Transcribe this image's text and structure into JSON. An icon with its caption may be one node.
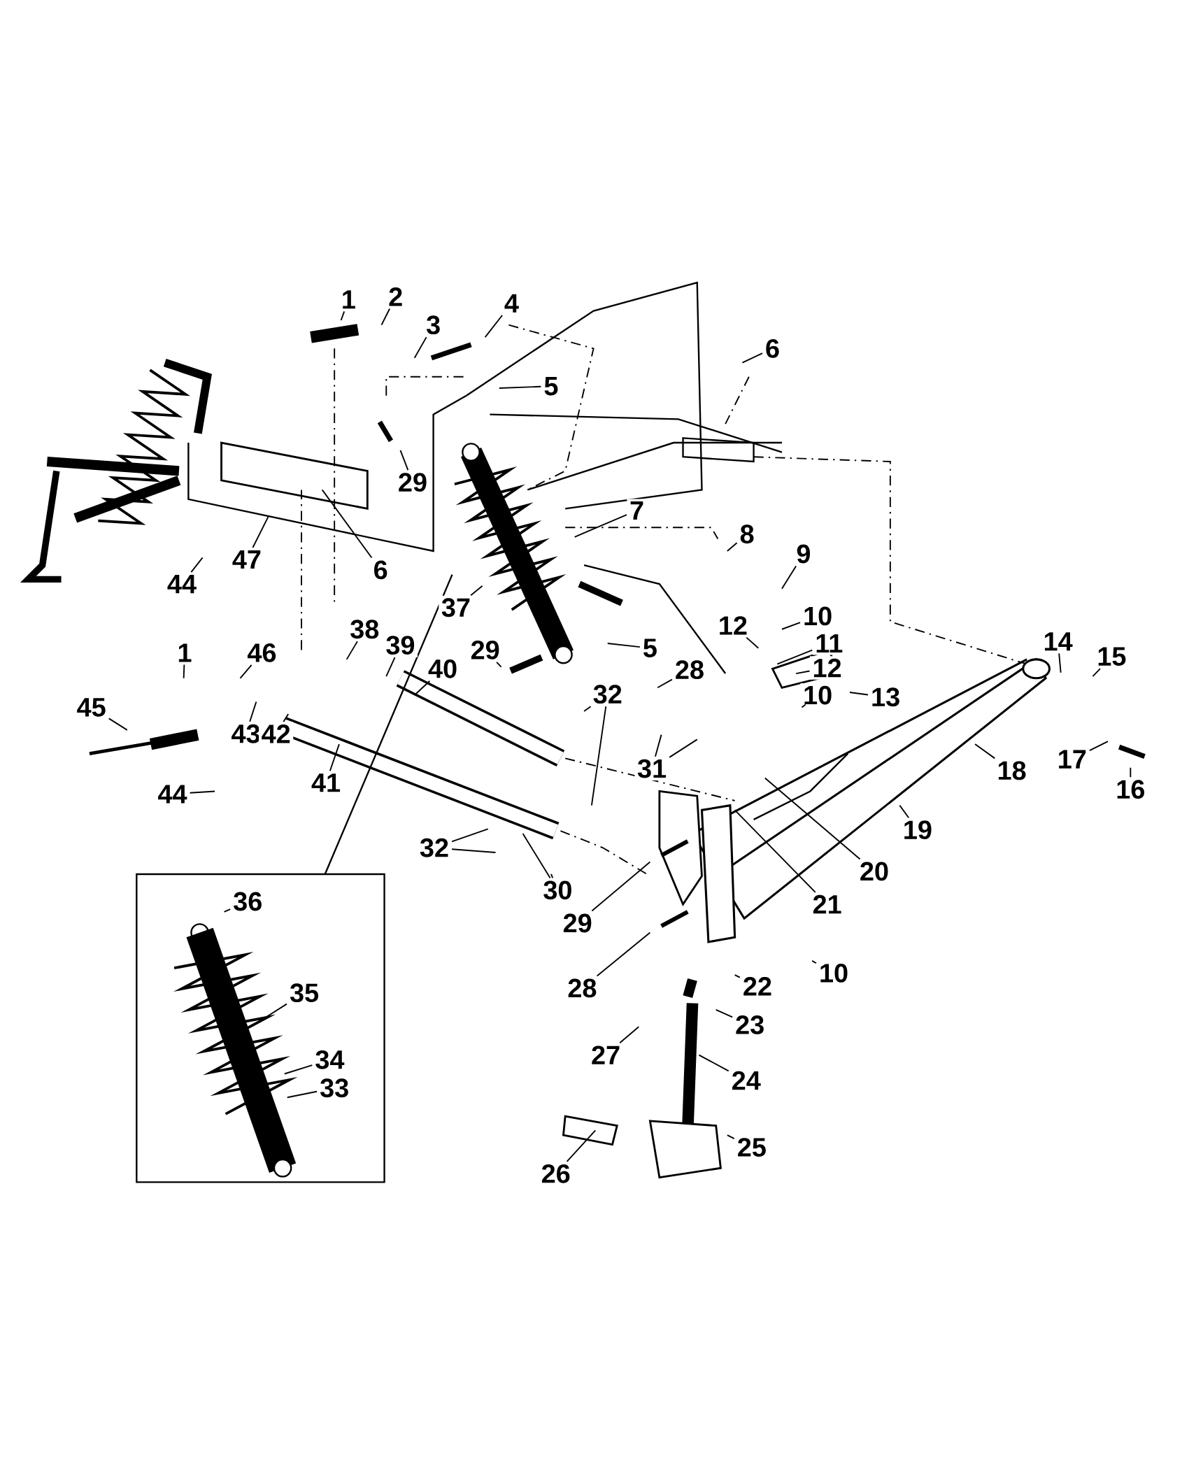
{
  "diagram": {
    "nodes": [
      {
        "text": [
          "1"
        ]
      },
      {
        "text": [
          "2"
        ]
      },
      {
        "text": [
          "4"
        ]
      },
      {
        "text": [
          "3"
        ]
      },
      {
        "text": [
          "6"
        ]
      },
      {
        "text": [
          "5"
        ]
      },
      {
        "text": [
          "29"
        ]
      },
      {
        "text": [
          "7"
        ]
      },
      {
        "text": [
          "8"
        ]
      },
      {
        "text": [
          "9"
        ]
      },
      {
        "text": [
          "44"
        ]
      },
      {
        "text": [
          "47"
        ]
      },
      {
        "text": [
          "6"
        ]
      },
      {
        "text": [
          "37"
        ]
      },
      {
        "text": [
          "10"
        ]
      },
      {
        "text": [
          "12"
        ]
      },
      {
        "text": [
          "38"
        ]
      },
      {
        "text": [
          "39"
        ]
      },
      {
        "text": [
          "5"
        ]
      },
      {
        "text": [
          "29"
        ]
      },
      {
        "text": [
          "1"
        ]
      },
      {
        "text": [
          "46"
        ]
      },
      {
        "text": [
          "40"
        ]
      },
      {
        "text": [
          "28"
        ]
      },
      {
        "text": [
          "11"
        ]
      },
      {
        "text": [
          "14"
        ]
      },
      {
        "text": [
          "15"
        ]
      },
      {
        "text": [
          "12"
        ]
      },
      {
        "text": [
          "10"
        ]
      },
      {
        "text": [
          "13"
        ]
      },
      {
        "text": [
          "32"
        ]
      },
      {
        "text": [
          "45"
        ]
      },
      {
        "text": [
          "43"
        ]
      },
      {
        "text": [
          "42"
        ]
      },
      {
        "text": [
          "41"
        ]
      },
      {
        "text": [
          "31"
        ]
      },
      {
        "text": [
          "17"
        ]
      },
      {
        "text": [
          "18"
        ]
      },
      {
        "text": [
          "16"
        ]
      },
      {
        "text": [
          "44"
        ]
      },
      {
        "text": [
          "19"
        ]
      },
      {
        "text": [
          "32"
        ]
      },
      {
        "text": [
          "20"
        ]
      },
      {
        "text": [
          "30"
        ]
      },
      {
        "text": [
          "36"
        ]
      },
      {
        "text": [
          "21"
        ]
      },
      {
        "text": [
          "29"
        ]
      },
      {
        "text": [
          "10"
        ]
      },
      {
        "text": [
          "22"
        ]
      },
      {
        "text": [
          "28"
        ]
      },
      {
        "text": [
          "35"
        ]
      },
      {
        "text": [
          "23"
        ]
      },
      {
        "text": [
          "27"
        ]
      },
      {
        "text": [
          "34"
        ]
      },
      {
        "text": [
          "24"
        ]
      },
      {
        "text": [
          "33"
        ]
      },
      {
        "text": [
          "25"
        ]
      },
      {
        "text": [
          "26"
        ]
      }
    ],
    "edges": [
      {
        "from": 0,
        "to": null,
        "arrow": "none"
      },
      {
        "from": 1,
        "to": null,
        "arrow": "none"
      },
      {
        "from": 2,
        "to": null,
        "arrow": "none"
      },
      {
        "from": 3,
        "to": null,
        "arrow": "none"
      },
      {
        "from": 4,
        "to": null,
        "arrow": "none"
      },
      {
        "from": 5,
        "to": null,
        "arrow": "none"
      },
      {
        "from": 6,
        "to": null,
        "arrow": "none"
      },
      {
        "from": 7,
        "to": null,
        "arrow": "none"
      },
      {
        "from": 8,
        "to": null,
        "arrow": "none"
      },
      {
        "from": 9,
        "to": null,
        "arrow": "none"
      },
      {
        "from": 10,
        "to": null,
        "arrow": "none"
      },
      {
        "from": 11,
        "to": null,
        "arrow": "none"
      },
      {
        "from": 12,
        "to": null,
        "arrow": "none"
      },
      {
        "from": 13,
        "to": null,
        "arrow": "none"
      },
      {
        "from": 14,
        "to": null,
        "arrow": "none"
      },
      {
        "from": 15,
        "to": null,
        "arrow": "none"
      },
      {
        "from": 16,
        "to": null,
        "arrow": "none"
      },
      {
        "from": 17,
        "to": null,
        "arrow": "none"
      },
      {
        "from": 18,
        "to": null,
        "arrow": "none"
      },
      {
        "from": 19,
        "to": null,
        "arrow": "none"
      },
      {
        "from": 20,
        "to": null,
        "arrow": "none"
      },
      {
        "from": 21,
        "to": null,
        "arrow": "none"
      },
      {
        "from": 22,
        "to": null,
        "arrow": "none"
      },
      {
        "from": 23,
        "to": null,
        "arrow": "none"
      },
      {
        "from": 24,
        "to": null,
        "arrow": "none"
      },
      {
        "from": 25,
        "to": null,
        "arrow": "none"
      },
      {
        "from": 26,
        "to": null,
        "arrow": "none"
      },
      {
        "from": 27,
        "to": null,
        "arrow": "none"
      },
      {
        "from": 28,
        "to": null,
        "arrow": "none"
      },
      {
        "from": 29,
        "to": null,
        "arrow": "none"
      },
      {
        "from": 30,
        "to": null,
        "arrow": "none"
      },
      {
        "from": 30,
        "to": null,
        "arrow": "none"
      },
      {
        "from": 31,
        "to": null,
        "arrow": "none"
      },
      {
        "from": 32,
        "to": null,
        "arrow": "none"
      },
      {
        "from": 33,
        "to": null,
        "arrow": "none"
      },
      {
        "from": 34,
        "to": null,
        "arrow": "none"
      },
      {
        "from": 35,
        "to": null,
        "arrow": "none"
      },
      {
        "from": 35,
        "to": null,
        "arrow": "none"
      },
      {
        "from": 36,
        "to": null,
        "arrow": "none"
      },
      {
        "from": 37,
        "to": null,
        "arrow": "none"
      },
      {
        "from": 38,
        "to": null,
        "arrow": "none"
      },
      {
        "from": 39,
        "to": null,
        "arrow": "none"
      },
      {
        "from": 40,
        "to": null,
        "arrow": "none"
      },
      {
        "from": 41,
        "to": null,
        "arrow": "none"
      },
      {
        "from": 41,
        "to": null,
        "arrow": "none"
      },
      {
        "from": 42,
        "to": null,
        "arrow": "none"
      },
      {
        "from": 43,
        "to": null,
        "arrow": "none"
      },
      {
        "from": 43,
        "to": null,
        "arrow": "none"
      },
      {
        "from": 44,
        "to": null,
        "arrow": "none"
      },
      {
        "from": 45,
        "to": null,
        "arrow": "none"
      },
      {
        "from": 46,
        "to": null,
        "arrow": "none"
      },
      {
        "from": 47,
        "to": null,
        "arrow": "none"
      },
      {
        "from": 48,
        "to": null,
        "arrow": "none"
      },
      {
        "from": 49,
        "to": null,
        "arrow": "none"
      },
      {
        "from": 50,
        "to": null,
        "arrow": "none"
      },
      {
        "from": 51,
        "to": null,
        "arrow": "none"
      },
      {
        "from": 52,
        "to": null,
        "arrow": "none"
      },
      {
        "from": 53,
        "to": null,
        "arrow": "none"
      },
      {
        "from": 54,
        "to": null,
        "arrow": "none"
      },
      {
        "from": 55,
        "to": null,
        "arrow": "none"
      },
      {
        "from": 56,
        "to": null,
        "arrow": "none"
      },
      {
        "from": 57,
        "to": null,
        "arrow": "none"
      }
    ]
  }
}
